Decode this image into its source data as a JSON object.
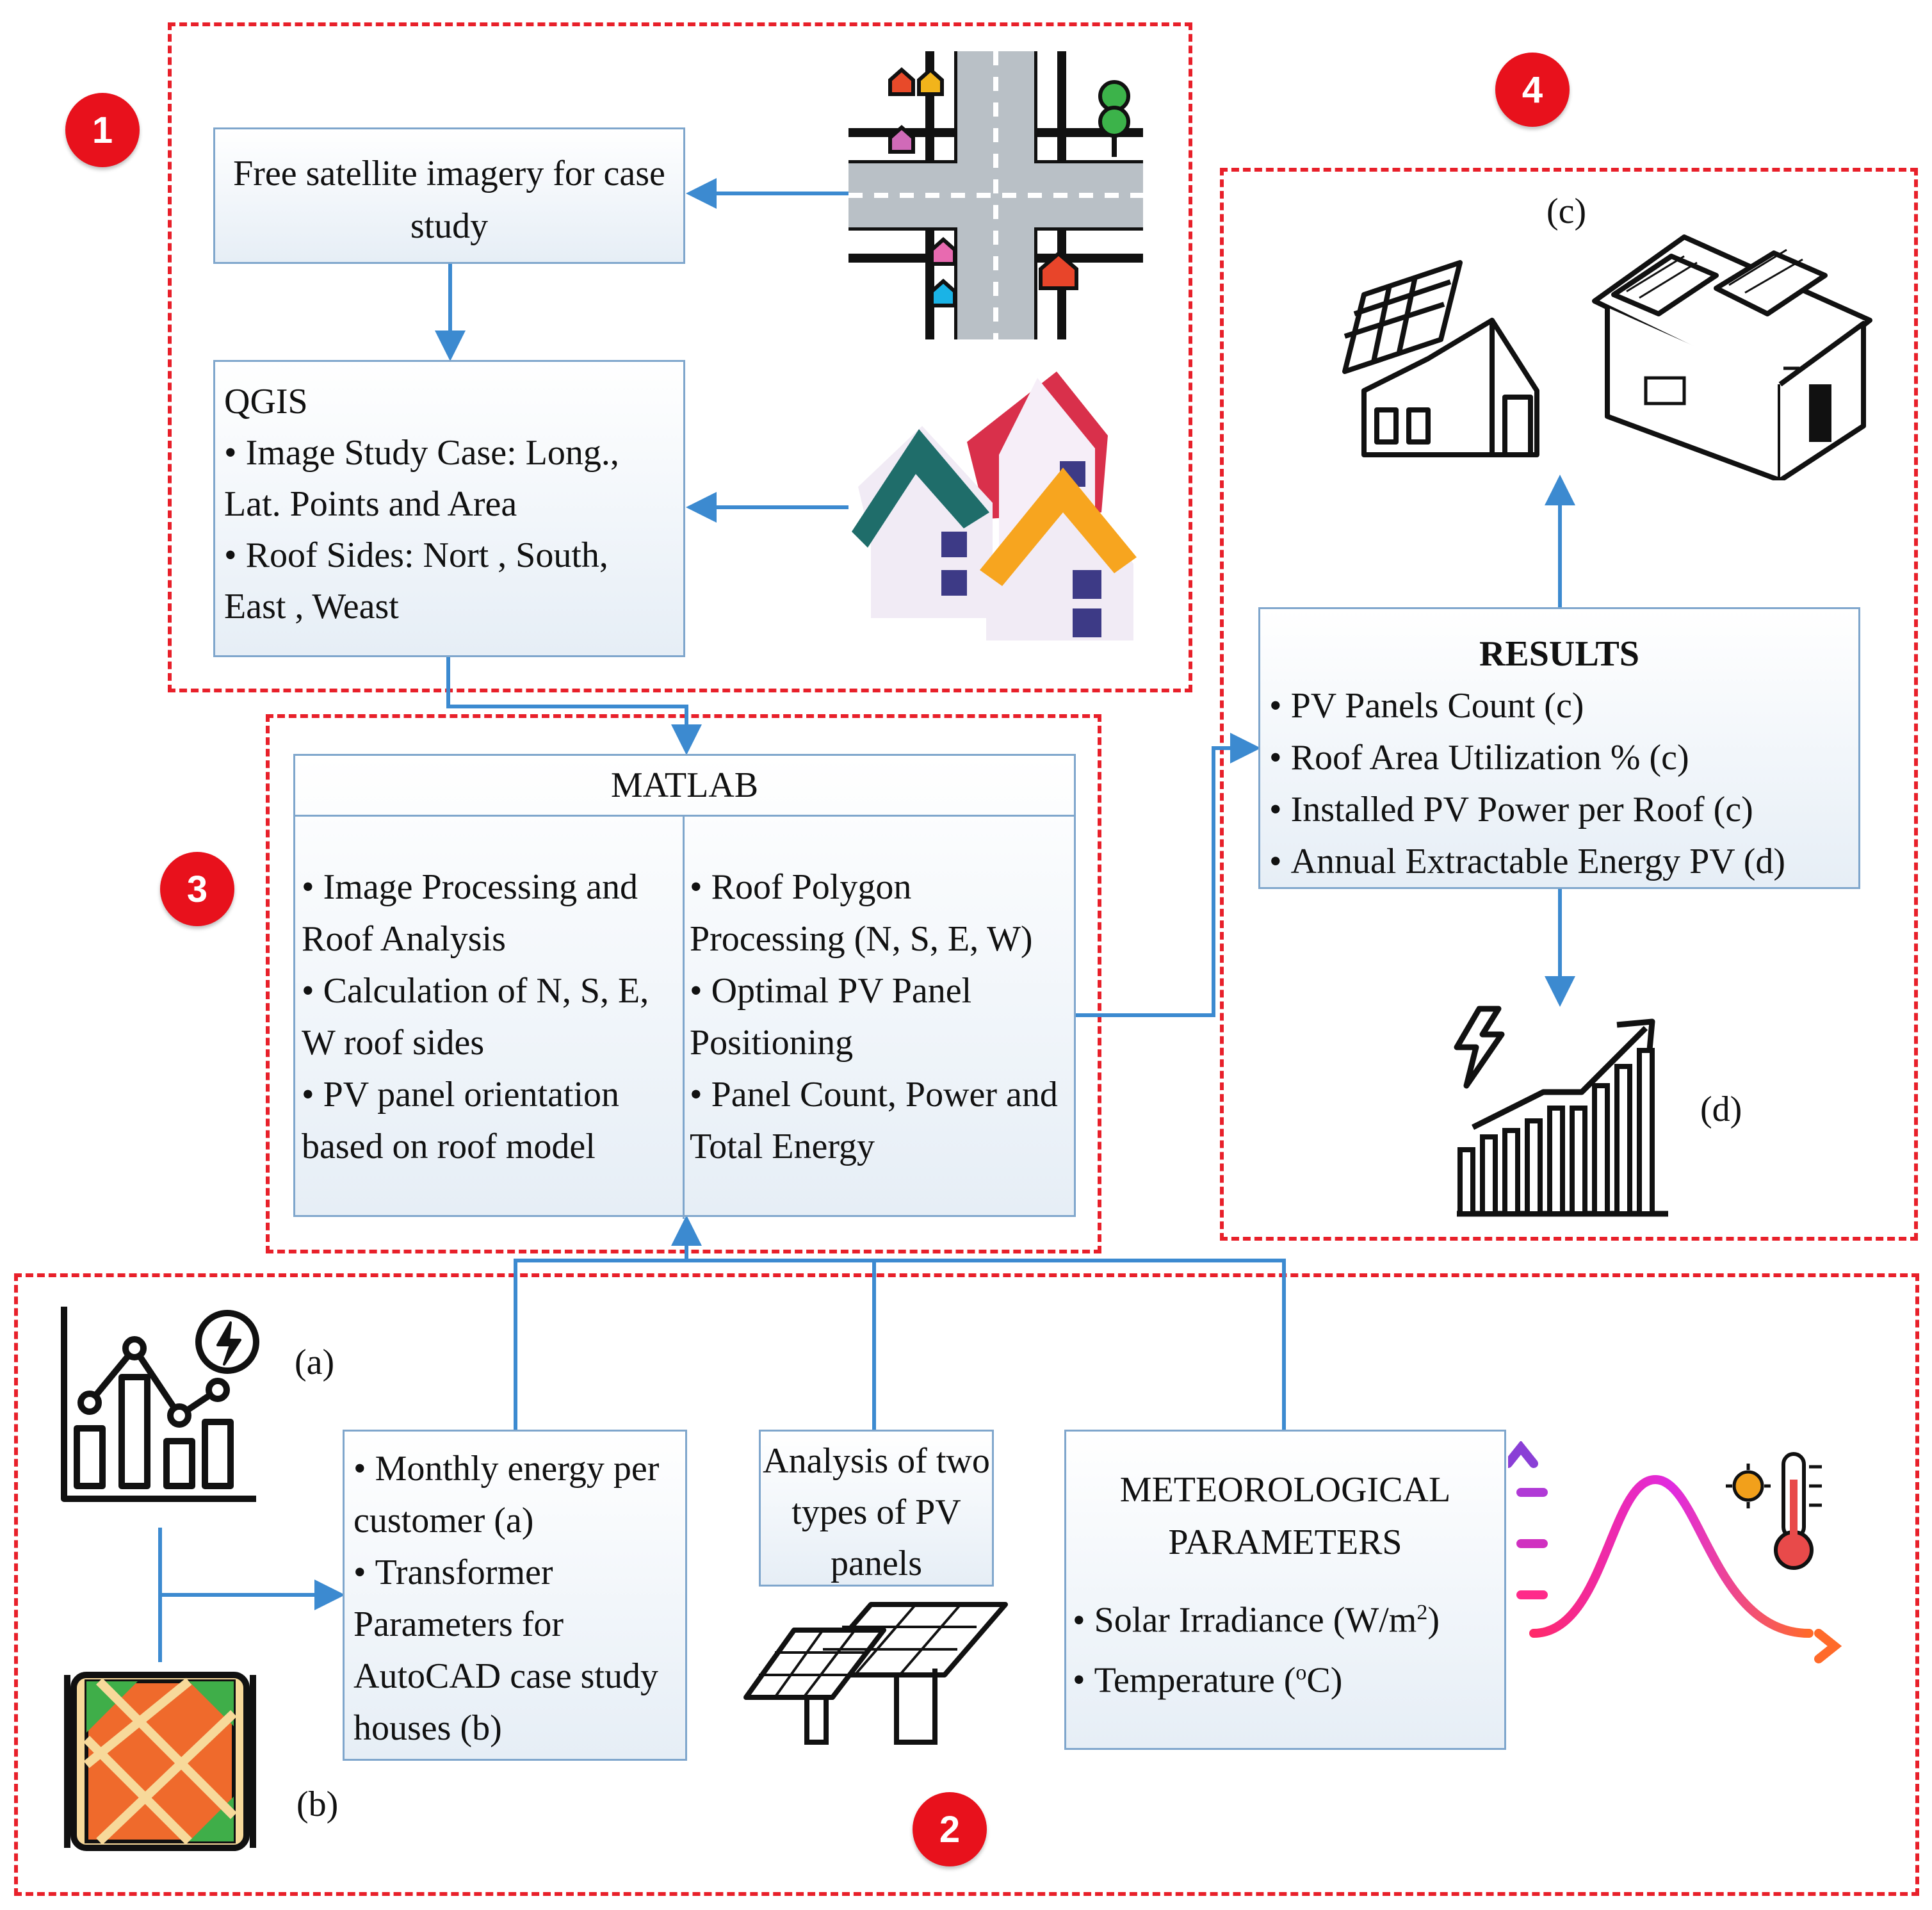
{
  "badges": {
    "one": "1",
    "two": "2",
    "three": "3",
    "four": "4"
  },
  "satellite_box": {
    "text": "Free satellite imagery for case study"
  },
  "qgis_box": {
    "title": "QGIS",
    "items": [
      "Image Study Case: Long., Lat. Points and Area",
      "Roof Sides: Nort , South, East , Weast"
    ]
  },
  "matlab": {
    "header": "MATLAB",
    "left_items": [
      "Image Processing and Roof Analysis",
      "Calculation of N, S, E, W roof sides",
      "PV panel orientation based on roof model"
    ],
    "right_items": [
      "Roof Polygon Processing (N, S, E, W)",
      "Optimal PV Panel Positioning",
      "Panel Count, Power and Total Energy"
    ]
  },
  "results": {
    "title": "RESULTS",
    "items": [
      "PV Panels Count (c)",
      "Roof Area Utilization % (c)",
      "Installed PV Power per Roof (c)",
      "Annual Extractable Energy PV (d)"
    ]
  },
  "energy_box": {
    "items": [
      "Monthly energy per customer (a)",
      "Transformer Parameters for AutoCAD case study houses (b)"
    ]
  },
  "pv_types_box": {
    "text": "Analysis of two types of PV panels"
  },
  "meteo_box": {
    "title": "METEOROLOGICAL PARAMETERS",
    "item1_prefix": "Solar Irradiance (W/m",
    "item1_sup": "2",
    "item1_suffix": ")",
    "item2_prefix": "Temperature (",
    "item2_sup": "o",
    "item2_suffix": "C)"
  },
  "labels": {
    "a": "(a)",
    "b": "(b)",
    "c": "(c)",
    "d": "(d)"
  },
  "colors": {
    "zone": "#e8202a",
    "badge": "#e8111c",
    "arrow": "#3c8ad0",
    "box_border": "#7fa6cc"
  },
  "icons": [
    "city-map-icon",
    "houses-icon",
    "solar-house-icon",
    "solar-house-interior-icon",
    "energy-growth-chart-icon",
    "energy-chart-icon",
    "map-icon",
    "solar-panels-icon",
    "gaussian-temperature-icon"
  ]
}
